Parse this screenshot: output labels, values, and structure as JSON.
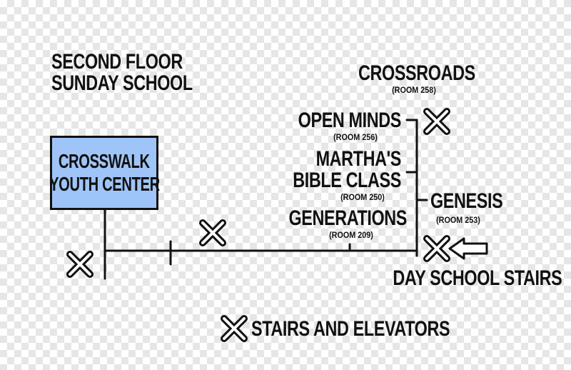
{
  "title": {
    "line1": "SECOND FLOOR",
    "line2": "SUNDAY SCHOOL"
  },
  "youth_center": {
    "line1": "CROSSWALK",
    "line2": "YOUTH CENTER"
  },
  "rooms": {
    "crossroads": {
      "name": "CROSSROADS",
      "room": "(ROOM 258)"
    },
    "open_minds": {
      "name": "OPEN MINDS",
      "room": "(ROOM 256)"
    },
    "marthas": {
      "line1": "MARTHA'S",
      "line2": "BIBLE CLASS",
      "room": "(ROOM 250)"
    },
    "generations": {
      "name": "GENERATIONS",
      "room": "(ROOM 209)"
    },
    "genesis": {
      "name": "GENESIS",
      "room": "(ROOM 253)"
    }
  },
  "day_school_stairs": "DAY SCHOOL STAIRS",
  "legend": {
    "label": "STAIRS AND ELEVATORS",
    "icon": "x-stairs-icon"
  },
  "colors": {
    "box_fill": "#9fc5f8",
    "ink": "#111111"
  }
}
